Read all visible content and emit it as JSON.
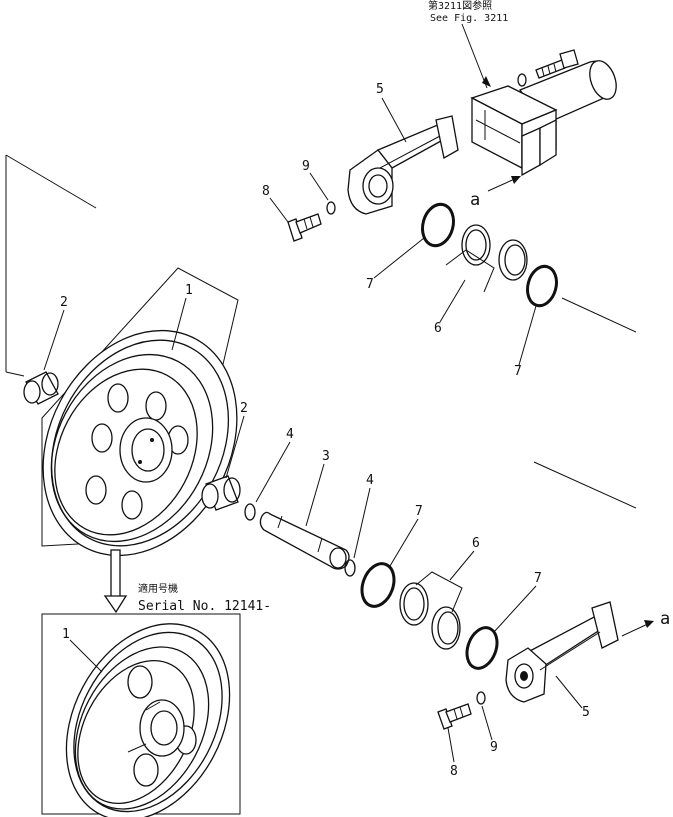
{
  "reference": {
    "japanese": "第3211図参照",
    "english": "See Fig. 3211"
  },
  "serial_note": {
    "japanese": "適用号機",
    "english": "Serial No. 12141-"
  },
  "callouts": {
    "idler_wheel": "1",
    "idler_wheel_variant": "1",
    "bushing_left": "2",
    "bushing_right": "2",
    "shaft": "3",
    "o_ring_small_left": "4",
    "o_ring_small_right": "4",
    "support_upper": "5",
    "support_lower": "5",
    "seal_upper": "6",
    "seal_lower": "6",
    "o_ring_upper_left": "7",
    "o_ring_upper_right": "7",
    "o_ring_lower_left": "7",
    "o_ring_lower_right": "7",
    "bolt_upper": "8",
    "bolt_lower": "8",
    "washer_upper": "9",
    "washer_lower": "9"
  },
  "arrow_labels": {
    "upper": "a",
    "lower": "a"
  }
}
